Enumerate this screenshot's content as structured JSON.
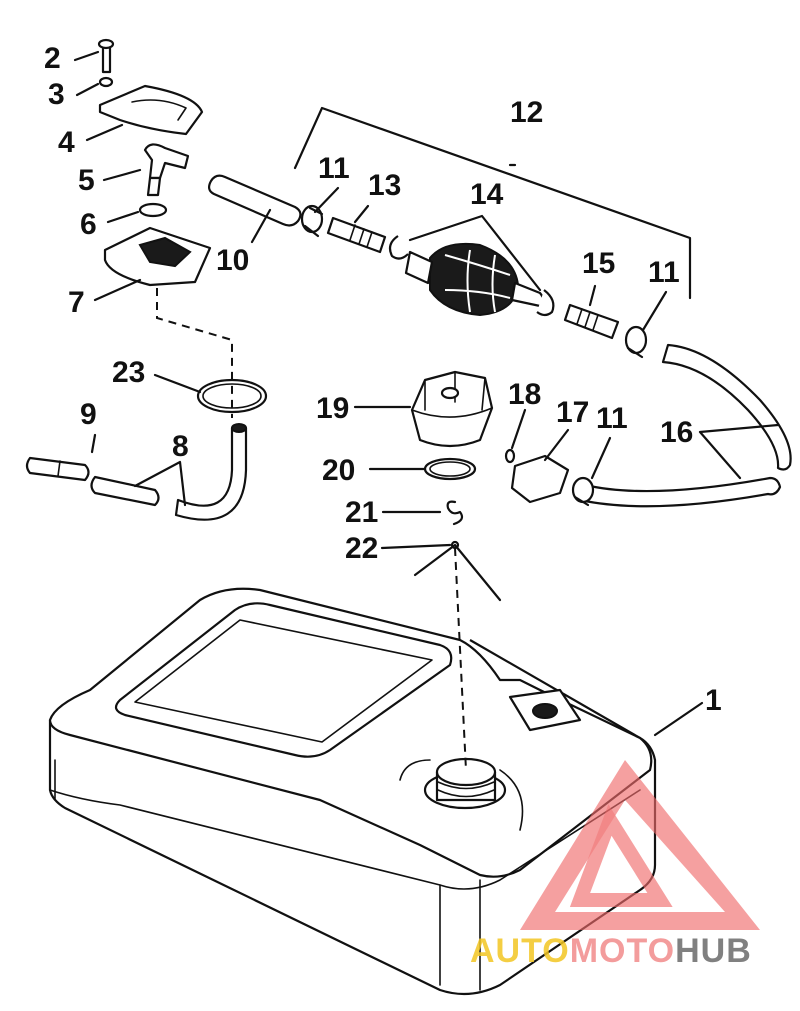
{
  "callouts": [
    "1",
    "2",
    "3",
    "4",
    "5",
    "6",
    "7",
    "8",
    "9",
    "10",
    "11",
    "11",
    "11",
    "12",
    "13",
    "14",
    "15",
    "16",
    "17",
    "18",
    "19",
    "20",
    "21",
    "22",
    "23"
  ],
  "watermark": {
    "parts": [
      "AUTO",
      "MOTO",
      "HUB"
    ],
    "colors": {
      "auto": "#f3c623",
      "moto": "#f28b8b",
      "hub": "#6b6b6b",
      "triangle": "#ef6b6b"
    }
  }
}
